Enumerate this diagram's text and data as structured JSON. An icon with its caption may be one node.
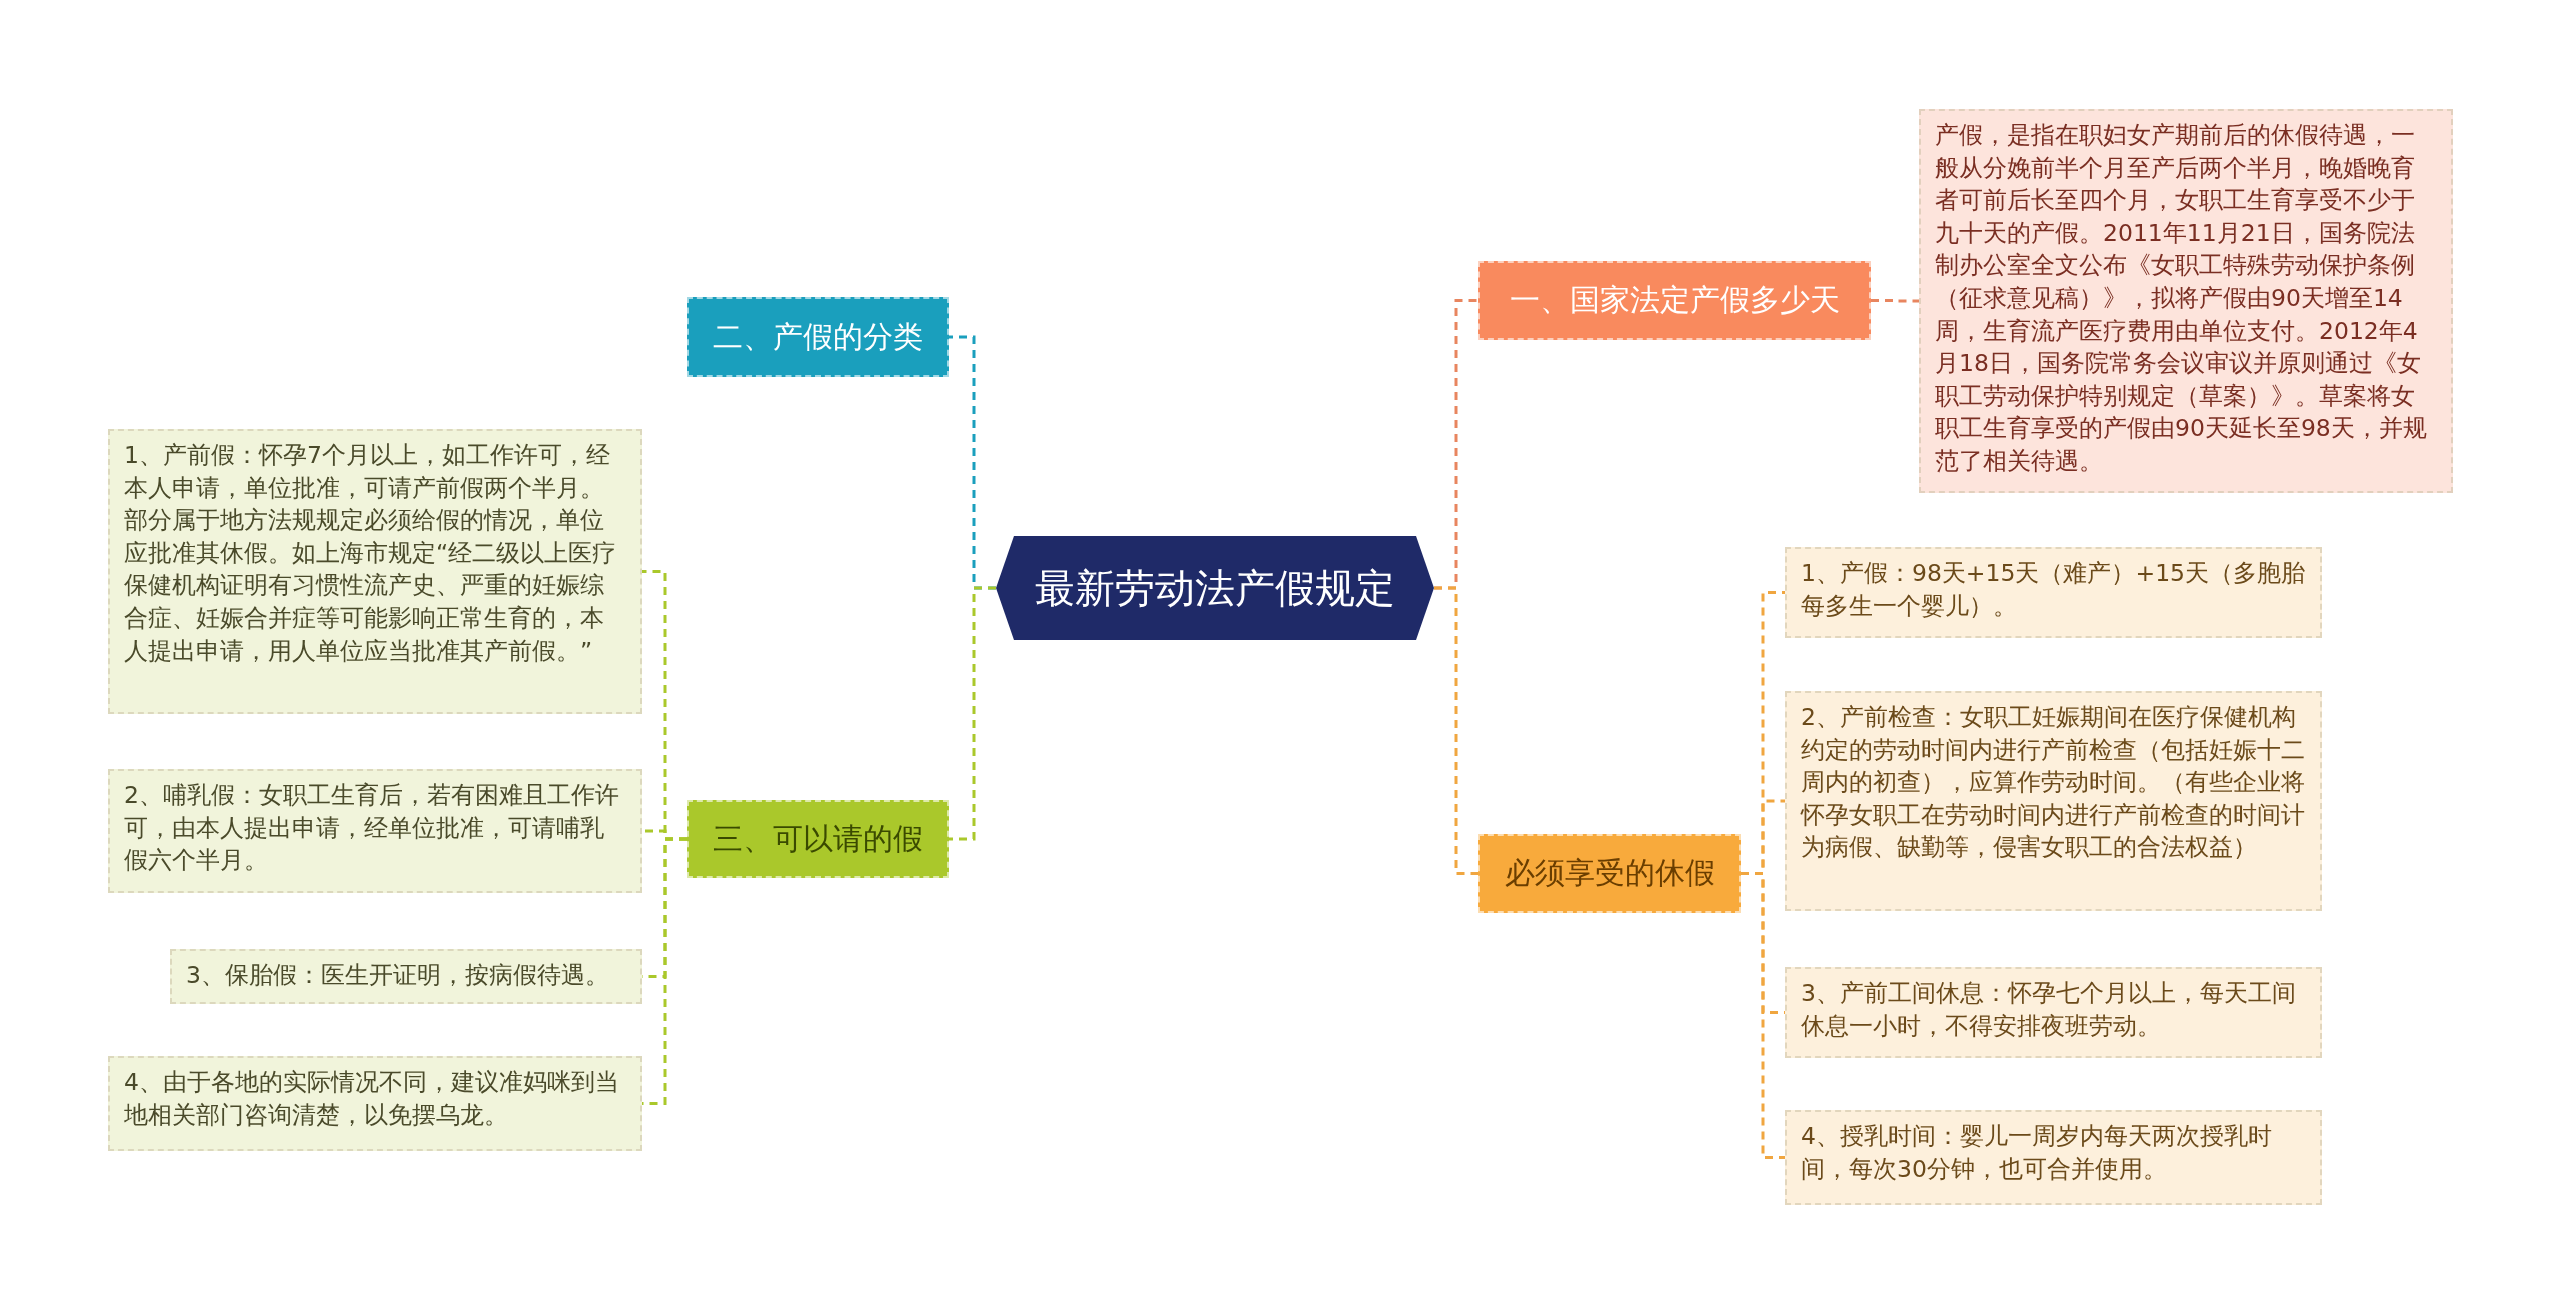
{
  "diagram": {
    "nodes": [
      {
        "text": [
          "最新劳动法产假规定"
        ]
      },
      {
        "text": [
          "一、国家法定产假多少天"
        ]
      },
      {
        "text": [
          "产假，是指在职妇女产期前后的休假待遇，一般从分娩前半个月至产后两个半月，晚婚晚育者可前后长至四个月，女职工生育享受不少于九十天的产假。2011年11月21日，国务院法制办公室全文公布《女职工特殊劳动保护条例（征求意见稿）》，拟将产假由90天增至14周，生育流产医疗费用由单位支付。2012年4月18日，国务院常务会议审议并原则通过《女职工劳动保护特别规定（草案）》。草案将女职工生育享受的产假由90天延长至98天，并规范了相关待遇。"
        ]
      },
      {
        "text": [
          "必须享受的休假"
        ]
      },
      {
        "text": [
          "1、产假：98天+15天（难产）+15天（多胞胎每多生一个婴儿）。"
        ]
      },
      {
        "text": [
          "2、产前检查：女职工妊娠期间在医疗保健机构约定的劳动时间内进行产前检查（包括妊娠十二周内的初查），应算作劳动时间。（有些企业将怀孕女职工在劳动时间内进行产前检查的时间计为病假、缺勤等，侵害女职工的合法权益）"
        ]
      },
      {
        "text": [
          "3、产前工间休息：怀孕七个月以上，每天工间休息一小时，不得安排夜班劳动。"
        ]
      },
      {
        "text": [
          "4、授乳时间：婴儿一周岁内每天两次授乳时间，每次30分钟，也可合并使用。"
        ]
      },
      {
        "text": [
          "二、产假的分类"
        ]
      },
      {
        "text": [
          "三、可以请的假"
        ]
      },
      {
        "text": [
          "1、产前假：怀孕7个月以上，如工作许可，经本人申请，单位批准，可请产前假两个半月。部分属于地方法规规定必须给假的情况，单位应批准其休假。如上海市规定“经二级以上医疗保健机构证明有习惯性流产史、严重的妊娠综合症、妊娠合并症等可能影响正常生育的，本人提出申请，用人单位应当批准其产前假。”"
        ]
      },
      {
        "text": [
          "2、哺乳假：女职工生育后，若有困难且工作许可，由本人提出申请，经单位批准，可请哺乳假六个半月。"
        ]
      },
      {
        "text": [
          "3、保胎假：医生开证明，按病假待遇。"
        ]
      },
      {
        "text": [
          "4、由于各地的实际情况不同，建议准妈咪到当地相关部门咨询清楚，以免摆乌龙。"
        ]
      }
    ],
    "edges": [
      {
        "from": 0,
        "to": 1,
        "arrow": "none",
        "style": "dashed",
        "color": "#e8855f"
      },
      {
        "from": 1,
        "to": 2,
        "arrow": "none",
        "style": "dashed",
        "color": "#e8855f"
      },
      {
        "from": 0,
        "to": 3,
        "arrow": "none",
        "style": "dashed",
        "color": "#f0a640"
      },
      {
        "from": 3,
        "to": 4,
        "arrow": "none",
        "style": "dashed",
        "color": "#f0a640"
      },
      {
        "from": 3,
        "to": 5,
        "arrow": "none",
        "style": "dashed",
        "color": "#f0a640"
      },
      {
        "from": 3,
        "to": 6,
        "arrow": "none",
        "style": "dashed",
        "color": "#f0a640"
      },
      {
        "from": 3,
        "to": 7,
        "arrow": "none",
        "style": "dashed",
        "color": "#f0a640"
      },
      {
        "from": 0,
        "to": 8,
        "arrow": "none",
        "style": "dashed",
        "color": "#1a9fbd"
      },
      {
        "from": 0,
        "to": 9,
        "arrow": "none",
        "style": "dashed",
        "color": "#aac82b"
      },
      {
        "from": 9,
        "to": 10,
        "arrow": "none",
        "style": "dashed",
        "color": "#aac82b"
      },
      {
        "from": 9,
        "to": 11,
        "arrow": "none",
        "style": "dashed",
        "color": "#aac82b"
      },
      {
        "from": 9,
        "to": 12,
        "arrow": "none",
        "style": "dashed",
        "color": "#aac82b"
      },
      {
        "from": 9,
        "to": 13,
        "arrow": "none",
        "style": "dashed",
        "color": "#aac82b"
      }
    ]
  }
}
